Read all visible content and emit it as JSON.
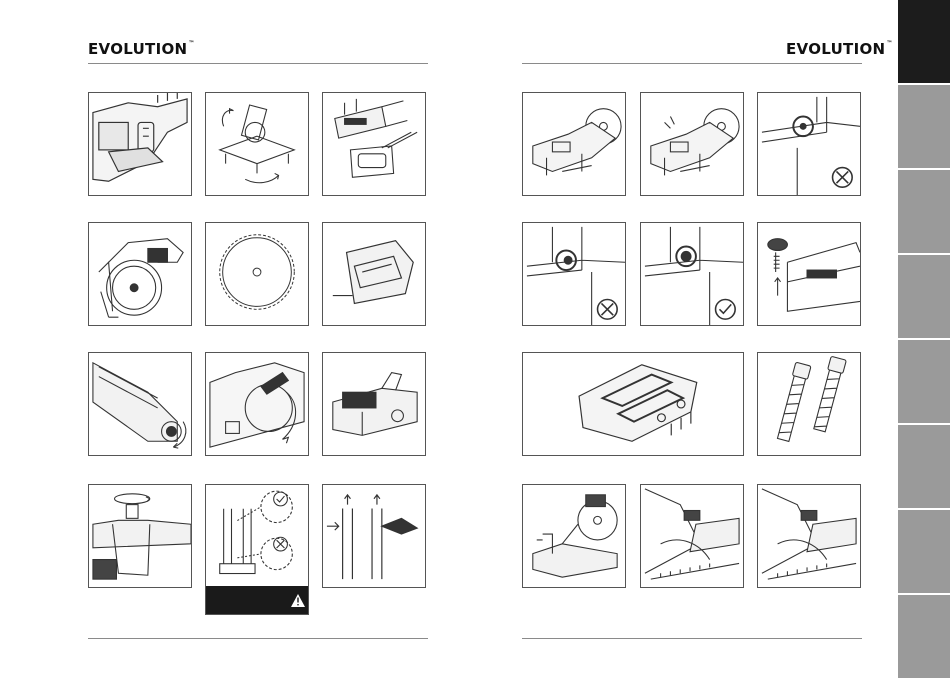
{
  "brand": {
    "name": "EVOLUTION",
    "trademark": "™"
  },
  "side_tabs": {
    "count": 8,
    "active_index": 0
  },
  "colors": {
    "active_tab": "#1c1c1c",
    "inactive_tab": "#9a9a9a",
    "rule": "#8a8a8a",
    "line": "#333333"
  },
  "left_page": {
    "panels": [
      "saw-arm-lock-detail",
      "saw-tilt-rotation",
      "dust-bag-parts",
      "blade-guard-side",
      "saw-blade",
      "dust-bag-clip",
      "bevel-knob-detail",
      "blade-guard-lift",
      "saw-head-top",
      "clamp-knob-rotate",
      "clamp-check-warning",
      "rod-alignment"
    ],
    "warning_icon": "warning-triangle-icon"
  },
  "right_page": {
    "panels": [
      "saw-side-view-1",
      "saw-side-view-2",
      "pin-incorrect",
      "pin-incorrect-2",
      "pin-correct",
      "knob-screw",
      "dust-chute-cover",
      "hex-bolts",
      "saw-front-view",
      "fence-clamp-detail",
      "fence-clamp-detail-2"
    ]
  }
}
